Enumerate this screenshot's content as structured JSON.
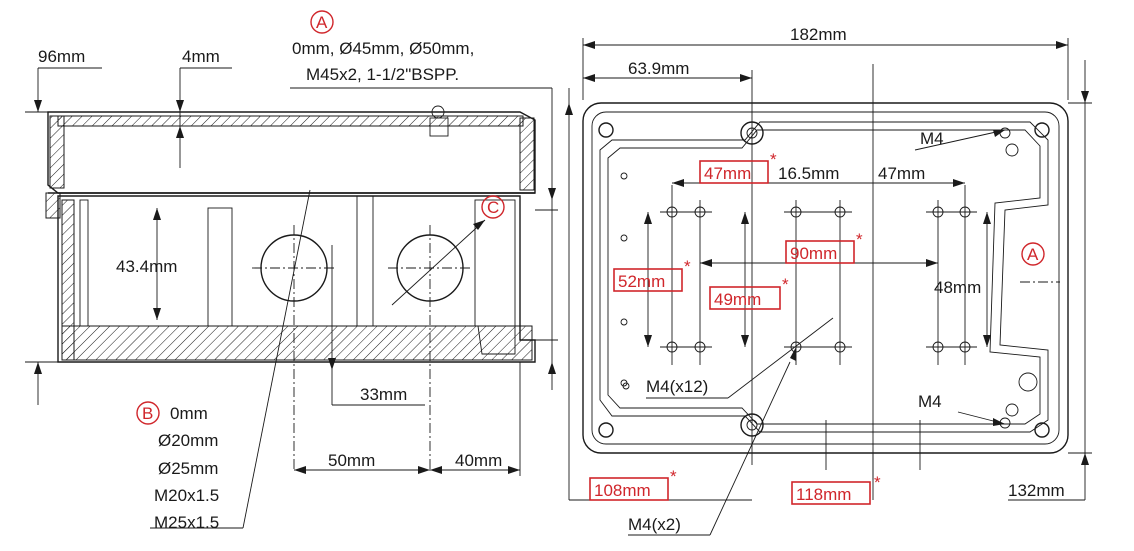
{
  "left_view": {
    "dim_width": "96mm",
    "dim_wall": "4mm",
    "dim_height": "43.4mm",
    "dim_33": "33mm",
    "dim_50": "50mm",
    "dim_40": "40mm",
    "marker_c": "C"
  },
  "note_a": {
    "marker": "A",
    "line1": "0mm, Ø45mm, Ø50mm,",
    "line2": "M45x2, 1-1/2\"BSPP."
  },
  "note_b": {
    "marker": "B",
    "lines": [
      "0mm",
      "Ø20mm",
      "Ø25mm",
      "M20x1.5",
      "M25x1.5"
    ]
  },
  "right_view": {
    "dim_182": "182mm",
    "dim_63_9": "63.9mm",
    "dim_47_left": "47mm",
    "dim_16_5": "16.5mm",
    "dim_47_right": "47mm",
    "dim_90": "90mm",
    "dim_52": "52mm",
    "dim_49": "49mm",
    "dim_48": "48mm",
    "dim_108": "108mm",
    "dim_118": "118mm",
    "dim_132": "132mm",
    "m4_top": "M4",
    "m4_bottom": "M4",
    "m4_x12": "M4(x12)",
    "m4_x2": "M4(x2)",
    "marker_a": "A",
    "asterisk": "*"
  },
  "colors": {
    "line": "#1a1a1a",
    "highlight": "#d0262b"
  }
}
